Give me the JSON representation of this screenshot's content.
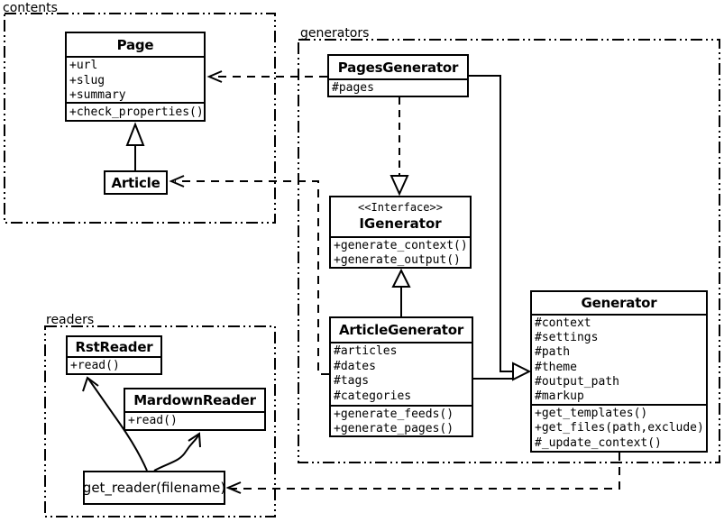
{
  "packages": {
    "contents": {
      "label": "contents"
    },
    "generators": {
      "label": "generators"
    },
    "readers": {
      "label": "readers"
    }
  },
  "classes": {
    "page": {
      "name": "Page",
      "attributes": [
        "+url",
        "+slug",
        "+summary"
      ],
      "methods": [
        "+check_properties()"
      ]
    },
    "article": {
      "name": "Article"
    },
    "pages_generator": {
      "name": "PagesGenerator",
      "attributes": [
        "#pages"
      ]
    },
    "igenerator": {
      "stereotype": "<<Interface>>",
      "name": "IGenerator",
      "methods": [
        "+generate_context()",
        "+generate_output()"
      ]
    },
    "article_generator": {
      "name": "ArticleGenerator",
      "attributes": [
        "#articles",
        "#dates",
        "#tags",
        "#categories"
      ],
      "methods": [
        "+generate_feeds()",
        "+generate_pages()"
      ]
    },
    "generator": {
      "name": "Generator",
      "attributes": [
        "#context",
        "#settings",
        "#path",
        "#theme",
        "#output_path",
        "#markup"
      ],
      "methods": [
        "+get_templates()",
        "+get_files(path,exclude)",
        "#_update_context()"
      ]
    },
    "rst_reader": {
      "name": "RstReader",
      "methods": [
        "+read()"
      ]
    },
    "mardown_reader": {
      "name": "MardownReader",
      "methods": [
        "+read()"
      ]
    }
  },
  "functions": {
    "get_reader": {
      "label": "get_reader(filename)"
    }
  },
  "relationships": [
    {
      "from": "Article",
      "to": "Page",
      "type": "generalization"
    },
    {
      "from": "PagesGenerator",
      "to": "Page",
      "type": "dependency"
    },
    {
      "from": "ArticleGenerator",
      "to": "Article",
      "type": "dependency"
    },
    {
      "from": "PagesGenerator",
      "to": "IGenerator",
      "type": "realization"
    },
    {
      "from": "ArticleGenerator",
      "to": "IGenerator",
      "type": "generalization"
    },
    {
      "from": "PagesGenerator",
      "to": "Generator",
      "type": "generalization"
    },
    {
      "from": "ArticleGenerator",
      "to": "Generator",
      "type": "generalization"
    },
    {
      "from": "Generator",
      "to": "get_reader(filename)",
      "type": "dependency"
    },
    {
      "from": "get_reader(filename)",
      "to": "RstReader",
      "type": "reference"
    },
    {
      "from": "get_reader(filename)",
      "to": "MardownReader",
      "type": "reference"
    }
  ],
  "colors": {
    "line": "#000000",
    "background": "#ffffff",
    "node_fill": "#ffffff"
  }
}
